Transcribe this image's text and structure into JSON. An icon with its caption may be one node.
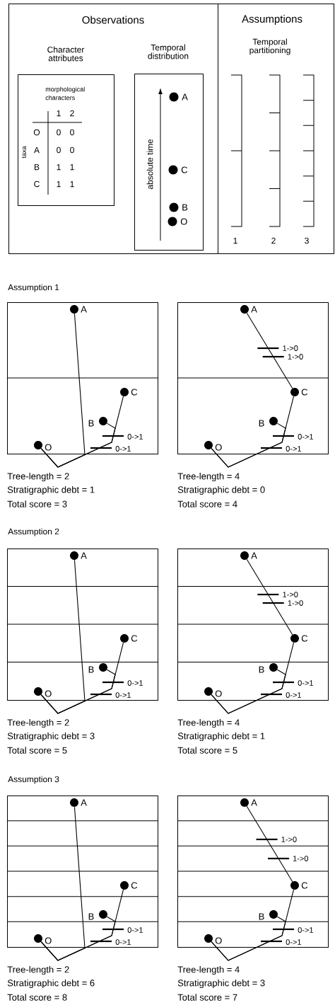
{
  "diagram": {
    "nodes": [
      {
        "text": [
          "Observations"
        ]
      },
      {
        "text": [
          "Character attributes"
        ],
        "in": 0
      },
      {
        "text": [
          "Temporal distribution",
          "absolute time"
        ],
        "in": 0
      },
      {
        "text": [],
        "shape": "circle",
        "beside": [
          "A"
        ],
        "in": 2
      },
      {
        "text": [],
        "shape": "circle",
        "beside": [
          "C"
        ],
        "in": 2
      },
      {
        "text": [],
        "shape": "circle",
        "beside": [
          "B"
        ],
        "in": 2
      },
      {
        "text": [],
        "shape": "circle",
        "beside": [
          "O"
        ],
        "in": 2
      },
      {
        "text": [
          "Assumptions",
          "Temporal partitioning"
        ]
      },
      {
        "text": [],
        "shape": "box",
        "beside": [
          "Tree-length = 2",
          "Stratigraphic debt = 1",
          "Total score = 3"
        ]
      },
      {
        "text": [],
        "shape": "circle",
        "beside": [
          "A"
        ],
        "in": 8
      },
      {
        "text": [],
        "shape": "circle",
        "beside": [
          "C"
        ],
        "in": 8
      },
      {
        "text": [],
        "shape": "circle",
        "beside": [
          "B"
        ],
        "in": 8
      },
      {
        "text": [],
        "shape": "circle",
        "beside": [
          "O"
        ],
        "in": 8
      },
      {
        "text": [],
        "shape": "box",
        "beside": [
          "Tree-length = 4",
          "Stratigraphic debt = 0",
          "Total score = 4"
        ]
      },
      {
        "text": [],
        "shape": "circle",
        "beside": [
          "A"
        ],
        "in": 13
      },
      {
        "text": [],
        "shape": "circle",
        "beside": [
          "C"
        ],
        "in": 13
      },
      {
        "text": [],
        "shape": "circle",
        "beside": [
          "B"
        ],
        "in": 13
      },
      {
        "text": [],
        "shape": "circle",
        "beside": [
          "O"
        ],
        "in": 13
      },
      {
        "text": [],
        "shape": "box",
        "beside": [
          "Tree-length = 2",
          "Stratigraphic debt = 3",
          "Total score = 5"
        ]
      },
      {
        "text": [],
        "shape": "circle",
        "beside": [
          "A"
        ],
        "in": 18
      },
      {
        "text": [],
        "shape": "circle",
        "beside": [
          "C"
        ],
        "in": 18
      },
      {
        "text": [],
        "shape": "circle",
        "beside": [
          "B"
        ],
        "in": 18
      },
      {
        "text": [],
        "shape": "circle",
        "beside": [
          "O"
        ],
        "in": 18
      },
      {
        "text": [],
        "shape": "box",
        "beside": [
          "Tree-length = 4",
          "Stratigraphic debt = 1",
          "Total score = 5"
        ]
      },
      {
        "text": [],
        "shape": "circle",
        "beside": [
          "A"
        ],
        "in": 23
      },
      {
        "text": [],
        "shape": "circle",
        "beside": [
          "C"
        ],
        "in": 23
      },
      {
        "text": [],
        "shape": "circle",
        "beside": [
          "B"
        ],
        "in": 23
      },
      {
        "text": [],
        "shape": "circle",
        "beside": [
          "O"
        ],
        "in": 23
      },
      {
        "text": [],
        "shape": "box",
        "beside": [
          "Tree-length = 2",
          "Stratigraphic debt = 6",
          "Total score = 8"
        ]
      },
      {
        "text": [],
        "shape": "circle",
        "beside": [
          "A"
        ],
        "in": 28
      },
      {
        "text": [],
        "shape": "circle",
        "beside": [
          "C"
        ],
        "in": 28
      },
      {
        "text": [],
        "shape": "circle",
        "beside": [
          "B"
        ],
        "in": 28
      },
      {
        "text": [],
        "shape": "circle",
        "beside": [
          "O"
        ],
        "in": 28
      },
      {
        "text": [],
        "shape": "box",
        "beside": [
          "Tree-length = 4",
          "Stratigraphic debt = 3",
          "Total score = 7"
        ]
      },
      {
        "text": [],
        "shape": "circle",
        "beside": [
          "A"
        ],
        "in": 33
      },
      {
        "text": [],
        "shape": "circle",
        "beside": [
          "C"
        ],
        "in": 33
      },
      {
        "text": [],
        "shape": "circle",
        "beside": [
          "B"
        ],
        "in": 33
      },
      {
        "text": [],
        "shape": "circle",
        "beside": [
          "O"
        ],
        "in": 33
      }
    ],
    "edges": [
      {
        "from": 12,
        "to": 9,
        "arrow": "none"
      },
      {
        "from": 12,
        "to": 11,
        "arrow": "none"
      },
      {
        "from": 12,
        "to": 10,
        "arrow": "none"
      },
      {
        "from": 17,
        "to": 16,
        "arrow": "none"
      },
      {
        "from": 17,
        "to": 15,
        "arrow": "none"
      },
      {
        "from": 15,
        "to": 14,
        "arrow": "none"
      },
      {
        "from": 22,
        "to": 19,
        "arrow": "none"
      },
      {
        "from": 22,
        "to": 21,
        "arrow": "none"
      },
      {
        "from": 22,
        "to": 20,
        "arrow": "none"
      },
      {
        "from": 27,
        "to": 26,
        "arrow": "none"
      },
      {
        "from": 27,
        "to": 25,
        "arrow": "none"
      },
      {
        "from": 25,
        "to": 24,
        "arrow": "none"
      },
      {
        "from": 32,
        "to": 29,
        "arrow": "none"
      },
      {
        "from": 32,
        "to": 31,
        "arrow": "none"
      },
      {
        "from": 32,
        "to": 30,
        "arrow": "none"
      },
      {
        "from": 37,
        "to": 36,
        "arrow": "none"
      },
      {
        "from": 37,
        "to": 35,
        "arrow": "none"
      },
      {
        "from": 35,
        "to": 34,
        "arrow": "none"
      }
    ],
    "labels": [
      "morphological characters",
      "1",
      "2",
      "taxa",
      "O",
      "0",
      "0",
      "A",
      "0",
      "0",
      "B",
      "1",
      "1",
      "C",
      "1",
      "1",
      "1",
      "2",
      "3",
      "Assumption 1",
      "0->1",
      "0->1",
      "1->0",
      "1->0",
      "0->1",
      "0->1",
      "Assumption 2",
      "0->1",
      "0->1",
      "1->0",
      "1->0",
      "0->1",
      "0->1",
      "Assumption 3",
      "0->1",
      "0->1",
      "1->0",
      "1->0",
      "0->1",
      "0->1"
    ]
  }
}
